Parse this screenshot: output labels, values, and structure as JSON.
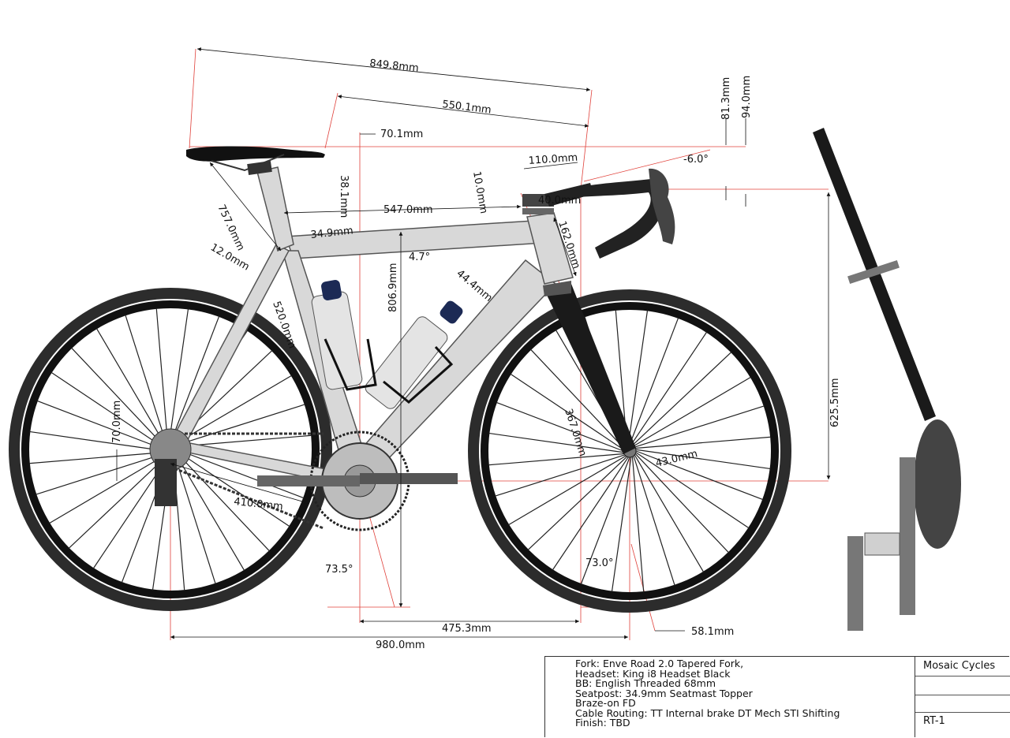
{
  "dimensions": {
    "stack_reach_diag": "849.8mm",
    "effective_top": "550.1mm",
    "seat_setback": "70.1mm",
    "bar_rise_1": "81.3mm",
    "bar_rise_2": "94.0mm",
    "stem_length": "110.0mm",
    "stem_angle": "-6.0°",
    "spacer": "10.0mm",
    "spacer_2": "40.0mm",
    "saddle_drop": "38.1mm",
    "top_tube": "547.0mm",
    "tt_diameter": "34.9mm",
    "saddle_height": "757.0mm",
    "st_offset": "12.0mm",
    "tt_slope": "4.7°",
    "stack": "806.9mm",
    "head_tube": "162.0mm",
    "dt_diameter": "44.4mm",
    "seat_tube": "520.0mm",
    "fork_length": "367.0mm",
    "fork_offset": "43.0mm",
    "bb_drop": "70.0mm",
    "bar_height": "625.5mm",
    "chainstay": "410.0mm",
    "seat_angle": "73.5°",
    "head_angle": "73.0°",
    "front_center": "475.3mm",
    "trail": "58.1mm",
    "wheelbase": "980.0mm"
  },
  "spec": {
    "fork": "Fork: Enve Road 2.0 Tapered Fork,",
    "headset": "Headset:  King i8 Headset Black",
    "bb": "BB:  English Threaded 68mm",
    "seatpost": "Seatpost:  34.9mm Seatmast Topper",
    "braze": "Braze-on FD",
    "cable": "Cable Routing: TT Internal brake DT Mech STI Shifting",
    "finish": "Finish: TBD"
  },
  "title_block": {
    "maker": "Mosaic Cycles",
    "model": "RT-1"
  },
  "colors": {
    "frame": "#d8d8d8",
    "dim_line": "#e0403a",
    "tire": "#2c2c2c",
    "fork": "#1a1a1a",
    "bottle_cap": "#1c2a55"
  }
}
